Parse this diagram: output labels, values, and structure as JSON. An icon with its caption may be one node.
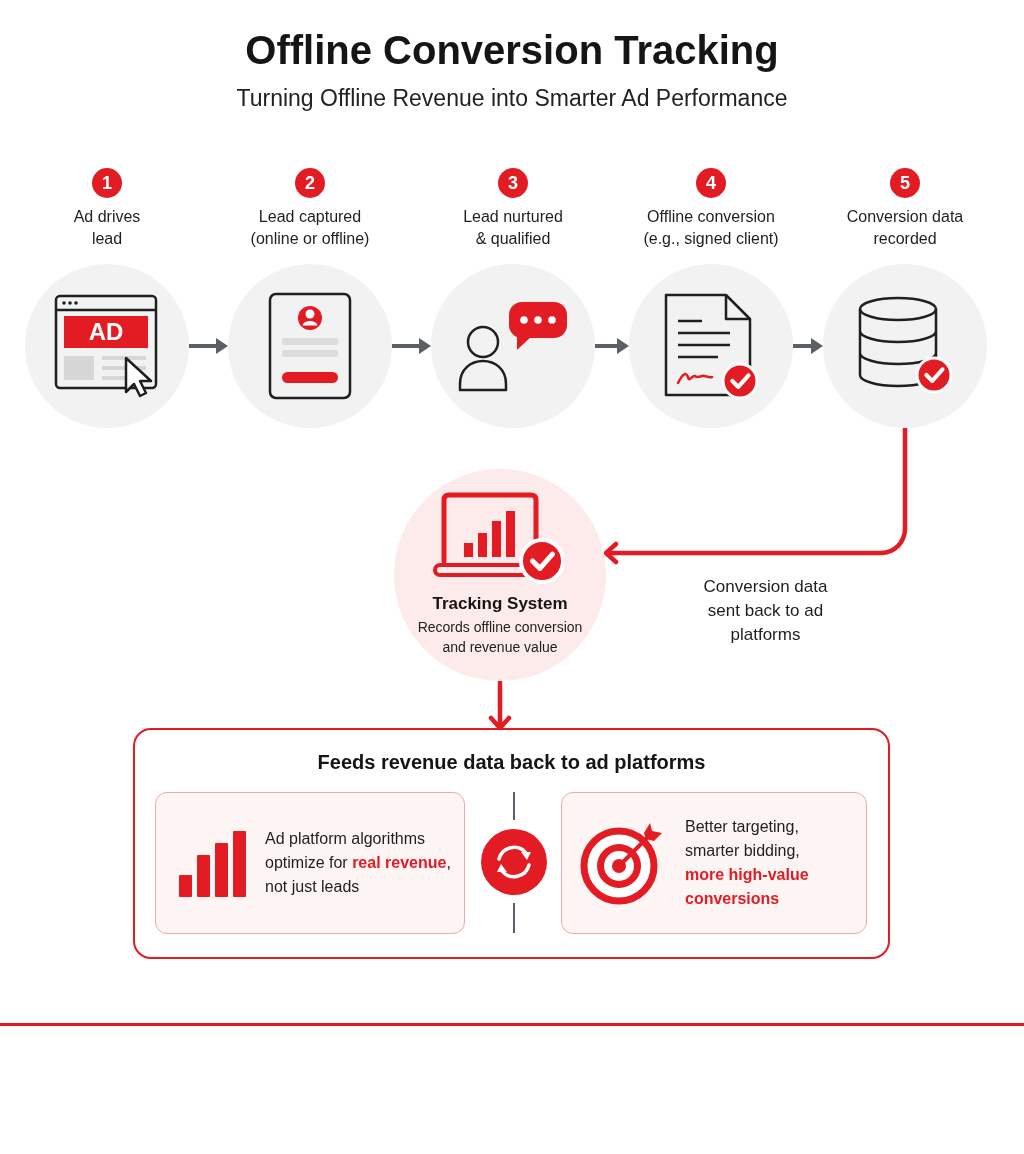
{
  "diagram": {
    "title": "Offline Conversion Tracking",
    "nodes": [
      {
        "text": [
          "1",
          "Ad drives lead"
        ]
      },
      {
        "text": [
          "2",
          "Lead captured (online or offline)"
        ]
      },
      {
        "text": [
          "3",
          "Lead nurtured & qualified"
        ]
      },
      {
        "text": [
          "4",
          "Offline conversion (e.g., signed client)"
        ]
      },
      {
        "text": [
          "5",
          "Conversion data recorded"
        ]
      },
      {
        "text": [
          "Tracking System",
          "Records offline conversion and revenue value"
        ]
      },
      {
        "text": [
          "Feeds revenue data back to ad platforms"
        ]
      },
      {
        "text": [
          "Ad platform algorithms optimize for **real revenue**, not just leads"
        ],
        "in": 6
      },
      {
        "text": [
          "Better targeting, smarter bidding, **more high-value conversions**"
        ],
        "in": 6
      }
    ],
    "edges": [
      {
        "from": 0,
        "to": 1,
        "arrow": "to"
      },
      {
        "from": 1,
        "to": 2,
        "arrow": "to"
      },
      {
        "from": 2,
        "to": 3,
        "arrow": "to"
      },
      {
        "from": 3,
        "to": 4,
        "arrow": "to"
      },
      {
        "from": 4,
        "to": 5,
        "arrow": "to",
        "label": "Conversion data sent back to ad platforms",
        "color": "#e31b23"
      },
      {
        "from": 5,
        "to": 6,
        "arrow": "to",
        "color": "#e31b23"
      }
    ],
    "labels": [
      "Turning Offline Revenue into Smarter Ad Performance",
      "AD"
    ]
  }
}
